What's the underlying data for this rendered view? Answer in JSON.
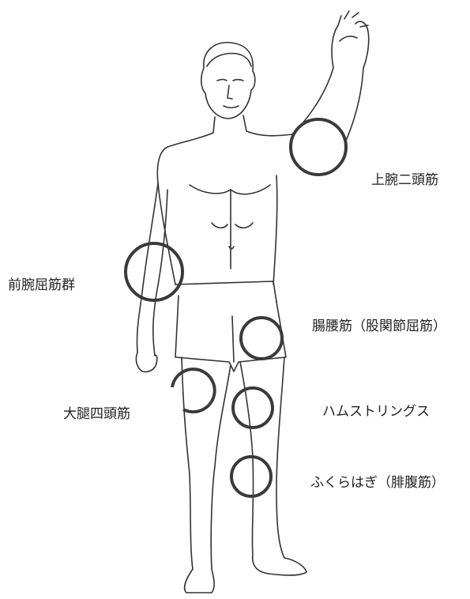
{
  "labels": {
    "biceps": "上腕二頭筋",
    "forearm_flexors": "前腕屈筋群",
    "iliopsoas": "腸腰筋（股関節屈筋）",
    "quadriceps": "大腿四頭筋",
    "hamstrings": "ハムストリングス",
    "calf": "ふくらはぎ（腓腹筋）"
  },
  "colors": {
    "outline": "#333333",
    "marker": "#3a3a3a",
    "text": "#222222"
  }
}
